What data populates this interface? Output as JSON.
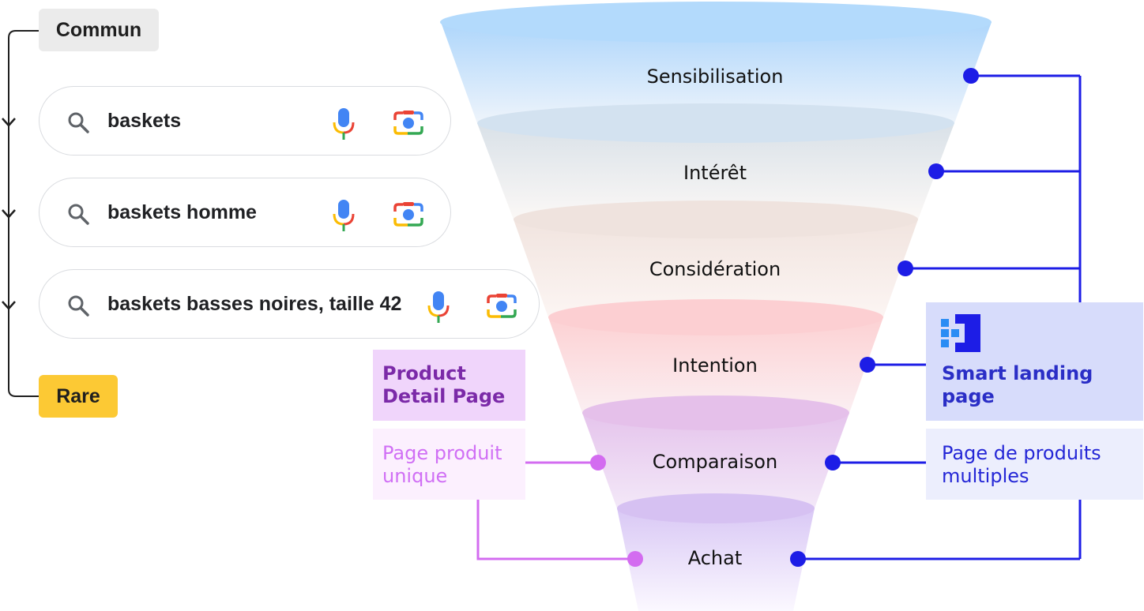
{
  "query_scale": {
    "common_label": "Commun",
    "rare_label": "Rare"
  },
  "searches": [
    {
      "query": "baskets"
    },
    {
      "query": "baskets homme"
    },
    {
      "query": "baskets basses noires, taille 42"
    }
  ],
  "funnel": {
    "stages": [
      {
        "label": "Sensibilisation"
      },
      {
        "label": "Intérêt"
      },
      {
        "label": "Considération"
      },
      {
        "label": "Intention"
      },
      {
        "label": "Comparaison"
      },
      {
        "label": "Achat"
      }
    ]
  },
  "product_detail_page": {
    "title": "Product Detail Page",
    "subtitle": "Page produit unique",
    "color": "#d36cf0"
  },
  "smart_landing_page": {
    "title": "Smart landing page",
    "subtitle": "Page de produits multiples",
    "color": "#1d1de6",
    "icon": "smart-landing-page-logo-icon"
  },
  "icons": {
    "search": "search-icon",
    "voice": "microphone-icon",
    "image_search": "camera-icon"
  }
}
